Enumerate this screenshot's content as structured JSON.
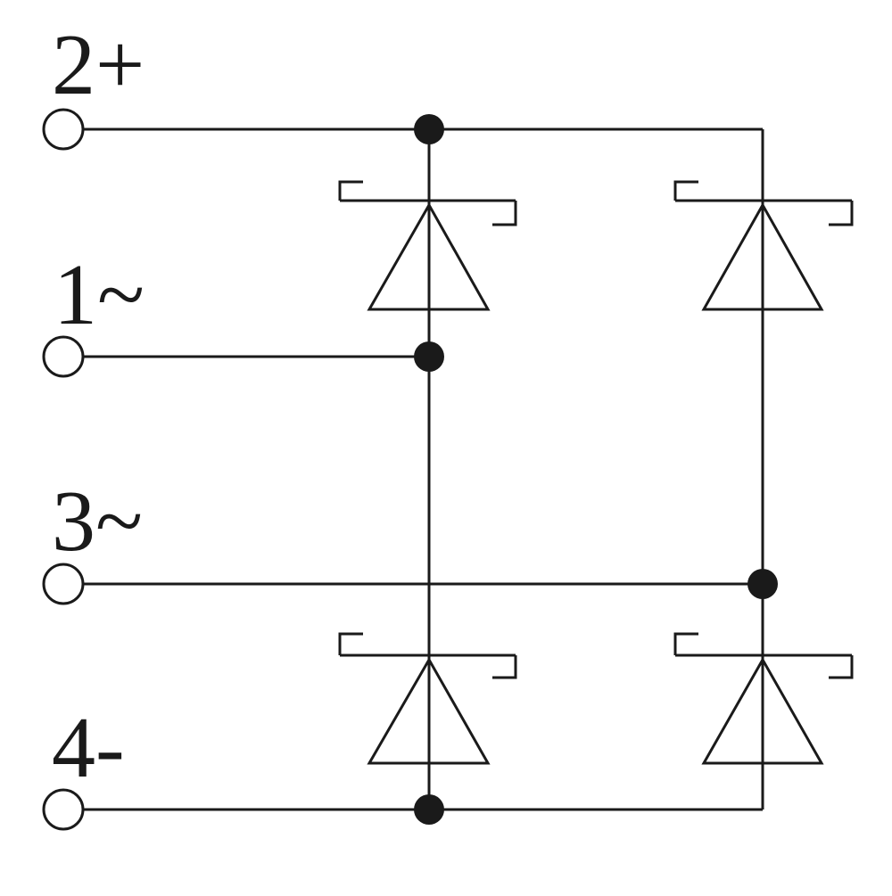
{
  "terminals": [
    {
      "id": "t2",
      "label": "2+"
    },
    {
      "id": "t1",
      "label": "1~"
    },
    {
      "id": "t3",
      "label": "3~"
    },
    {
      "id": "t4",
      "label": "4-"
    }
  ],
  "colors": {
    "line": "#1a1a1a",
    "background": "#ffffff"
  },
  "icons": {
    "terminal": "open-circle",
    "junction": "filled-dot",
    "diode": "thyristor-triangle-bar"
  }
}
